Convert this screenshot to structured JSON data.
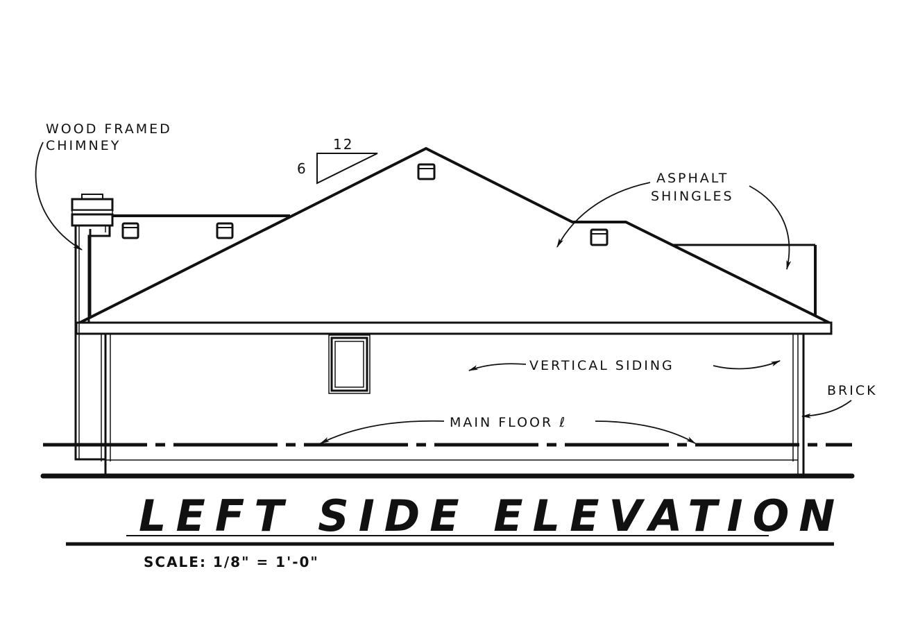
{
  "drawing": {
    "title": "LEFT SIDE ELEVATION",
    "scale": "SCALE: 1/8\" = 1'-0\"",
    "line_color": "#111111",
    "background": "#ffffff"
  },
  "roof_pitch": {
    "run": "12",
    "rise": "6"
  },
  "callouts": {
    "chimney_line1": "WOOD FRAMED",
    "chimney_line2": "CHIMNEY",
    "shingles_line1": "ASPHALT",
    "shingles_line2": "SHINGLES",
    "siding": "VERTICAL SIDING",
    "brick": "BRICK",
    "main_floor": "MAIN FLOOR ℓ"
  }
}
